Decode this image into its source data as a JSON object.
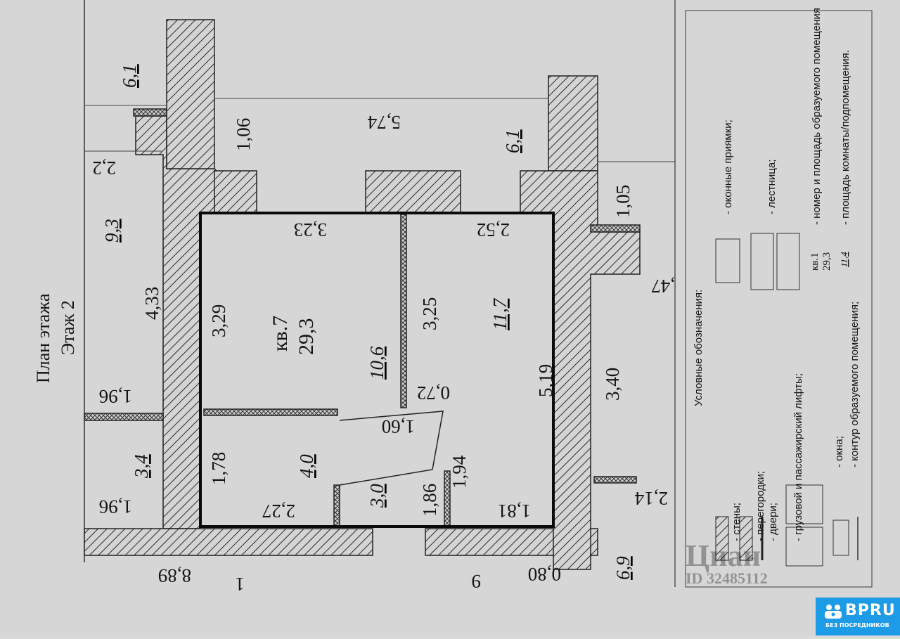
{
  "plan": {
    "title": "План этажа",
    "floor": "Этаж 2",
    "apartment_label": "кв.7",
    "apartment_area": "29,3",
    "room_areas": [
      "10,6",
      "11,7",
      "4,0",
      "3,0"
    ],
    "neighbor_areas": [
      "6,1",
      "6,1",
      "9,3",
      "3,4",
      "6,9"
    ],
    "dimensions": [
      "5,74",
      "1,06",
      "1,05",
      "2,2",
      "4,33",
      "1,96",
      "1,96",
      "3,23",
      "2,52",
      "3,29",
      "3,25",
      "0,72",
      "5,19",
      "1,60",
      "1,78",
      "2,27",
      "1,86",
      "1,94",
      "1,81",
      "3,40",
      "2,14",
      ",47",
      "8,89",
      "0,80",
      "1",
      "9"
    ]
  },
  "legend": {
    "title": "Условные обозначения:",
    "items": [
      "- стены;",
      "- перегородки;",
      "- двери;",
      "- грузовой и пассажирский лифты;",
      "- окна;",
      "- контур образуемого помещения;",
      "- оконные приямки;",
      "- лестница;",
      "- номер и площадь образуемого помещения",
      "- площадь комнаты/подпомещения."
    ],
    "sample_number": "кв.1",
    "sample_area": "29,3",
    "sample_room_area": "11,4"
  },
  "watermark": {
    "brand": "Циан",
    "id": "ID 32485112"
  },
  "badge": {
    "logo": "BPRU",
    "subtitle": "БЕЗ ПОСРЕДНИКОВ"
  },
  "colors": {
    "paper": "#d9d9d9",
    "ink": "#151515",
    "badge": "#1e9be6"
  }
}
